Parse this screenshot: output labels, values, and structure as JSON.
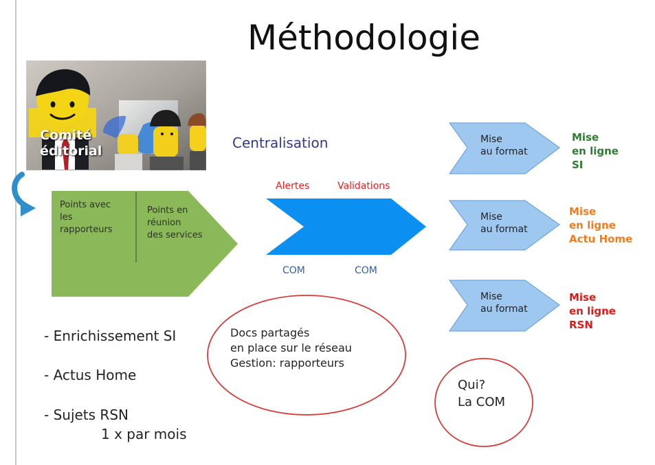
{
  "title": "Méthodologie",
  "photo": {
    "label_line1": "Comité",
    "label_line2": "éditorial"
  },
  "centralisation": "Centralisation",
  "green_stage": {
    "part1": [
      "Points avec",
      "les",
      "rapporteurs"
    ],
    "part2": [
      "Points en",
      "réunion",
      "des services"
    ]
  },
  "blue_stage": {
    "label_alertes": "Alertes",
    "label_validations": "Validations",
    "com_left": "COM",
    "com_right": "COM"
  },
  "format_steps": [
    {
      "label_line1": "Mise",
      "label_line2": "au format",
      "output": [
        "Mise",
        "en ligne",
        "SI"
      ],
      "output_color": "#2f7d32"
    },
    {
      "label_line1": "Mise",
      "label_line2": "au format",
      "output": [
        "Mise",
        "en ligne",
        "Actu Home"
      ],
      "output_color": "#f47c20"
    },
    {
      "label_line1": "Mise",
      "label_line2": "au format",
      "output": [
        "Mise",
        "en ligne",
        "RSN"
      ],
      "output_color": "#e31919"
    }
  ],
  "bullets": [
    {
      "line1": "- Enrichissement SI"
    },
    {
      "line1": "- Actus Home"
    },
    {
      "line1": "- Sujets RSN",
      "line2": "1 x par mois"
    }
  ],
  "docs_oval": [
    "Docs partagés",
    "en place sur le réseau",
    "Gestion: rapporteurs"
  ],
  "qui_oval": [
    "Qui?",
    "La COM"
  ],
  "colors": {
    "green_fill": "#8bb859",
    "blue_fill": "#0b8ff0",
    "light_blue_fill": "#9fc8f1",
    "oval_stroke": "#d93a3a",
    "curved_arrow": "#2f8fcd",
    "title_blue": "#35378c"
  },
  "icons": {
    "curved_arrow": "curved-arrow-icon"
  }
}
